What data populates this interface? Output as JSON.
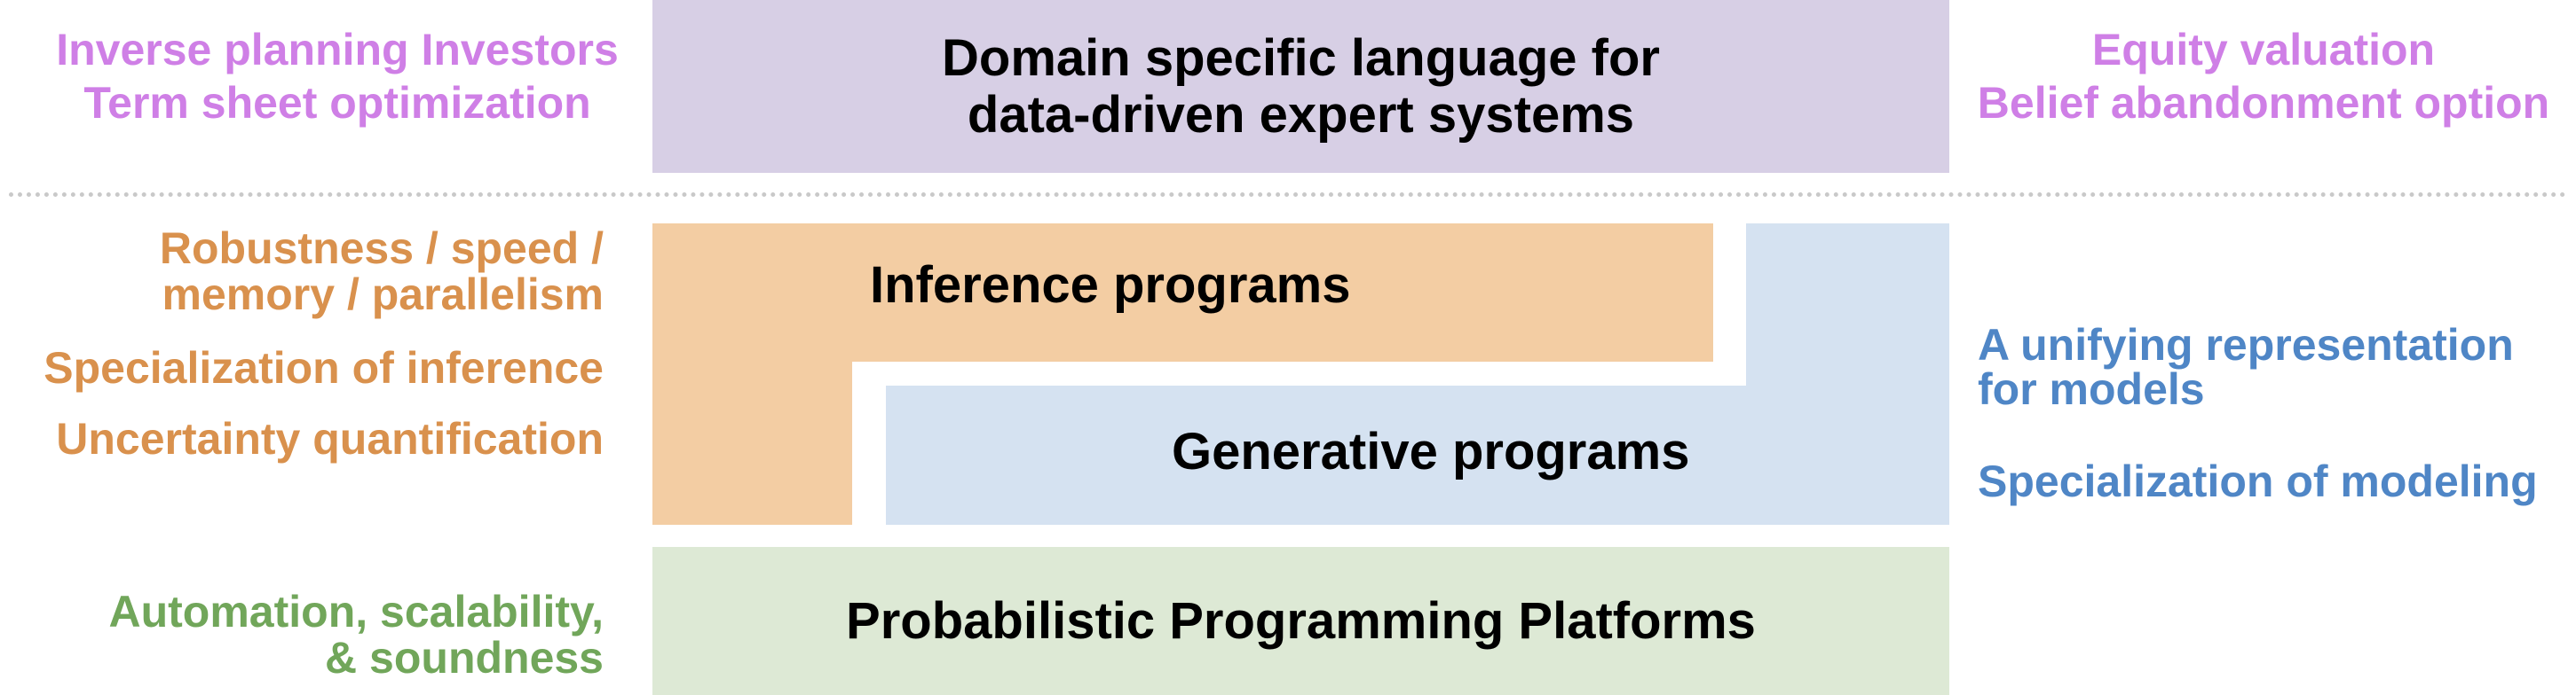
{
  "top": {
    "left_lines": [
      "Inverse planning Investors",
      "Term sheet optimization"
    ],
    "center_lines": [
      "Domain specific language for",
      "data-driven expert systems"
    ],
    "right_lines": [
      "Equity valuation",
      "Belief abandonment option"
    ]
  },
  "middle": {
    "left_items": [
      "Robustness / speed /",
      "memory / parallelism",
      "Specialization of inference",
      "Uncertainty quantification"
    ],
    "inference_label": "Inference programs",
    "generative_label": "Generative programs",
    "right_items": [
      "A unifying representation",
      "for models",
      "Specialization of modeling"
    ]
  },
  "bottom": {
    "left_lines": [
      "Automation, scalability,",
      "& soundness"
    ],
    "center_label": "Probabilistic Programming Platforms"
  },
  "colors": {
    "purple_text": "#cf7fe6",
    "orange_text": "#d9914d",
    "blue_text": "#4f86c6",
    "green_text": "#71a65a",
    "dsl_fill": "#d7cfe5",
    "inference_fill": "#f3cda3",
    "generative_fill": "#d5e2f1",
    "platform_fill": "#dde9d5"
  }
}
